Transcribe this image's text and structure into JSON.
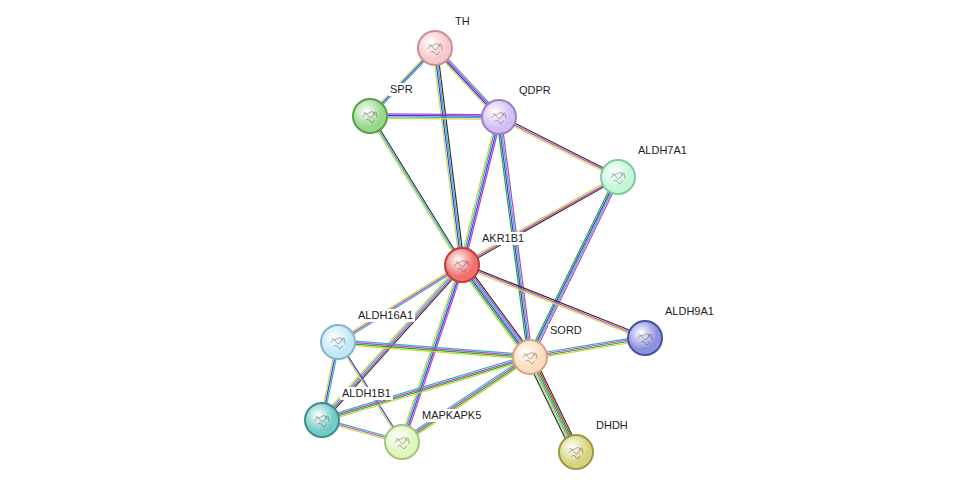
{
  "diagram": {
    "nodes": [
      {
        "text": [
          "TH"
        ]
      },
      {
        "text": [
          "SPR"
        ]
      },
      {
        "text": [
          "QDPR"
        ]
      },
      {
        "text": [
          "ALDH7A1"
        ]
      },
      {
        "text": [
          "AKR1B1"
        ]
      },
      {
        "text": [
          "ALDH16A1"
        ]
      },
      {
        "text": [
          "SORD"
        ]
      },
      {
        "text": [
          "ALDH9A1"
        ]
      },
      {
        "text": [
          "ALDH1B1"
        ]
      },
      {
        "text": [
          "MAPKAPK5"
        ]
      },
      {
        "text": [
          "DHDH"
        ]
      }
    ],
    "edges": [
      {
        "from": 0,
        "to": 1,
        "arrow": "none"
      },
      {
        "from": 0,
        "to": 2,
        "arrow": "none"
      },
      {
        "from": 0,
        "to": 4,
        "arrow": "none"
      },
      {
        "from": 1,
        "to": 2,
        "arrow": "none"
      },
      {
        "from": 1,
        "to": 4,
        "arrow": "none"
      },
      {
        "from": 2,
        "to": 4,
        "arrow": "none"
      },
      {
        "from": 2,
        "to": 3,
        "arrow": "none"
      },
      {
        "from": 2,
        "to": 6,
        "arrow": "none"
      },
      {
        "from": 3,
        "to": 4,
        "arrow": "none"
      },
      {
        "from": 3,
        "to": 6,
        "arrow": "none"
      },
      {
        "from": 4,
        "to": 7,
        "arrow": "none"
      },
      {
        "from": 4,
        "to": 6,
        "arrow": "none"
      },
      {
        "from": 4,
        "to": 5,
        "arrow": "none"
      },
      {
        "from": 4,
        "to": 8,
        "arrow": "none"
      },
      {
        "from": 4,
        "to": 9,
        "arrow": "none"
      },
      {
        "from": 5,
        "to": 6,
        "arrow": "none"
      },
      {
        "from": 5,
        "to": 8,
        "arrow": "none"
      },
      {
        "from": 5,
        "to": 9,
        "arrow": "none"
      },
      {
        "from": 8,
        "to": 6,
        "arrow": "none"
      },
      {
        "from": 8,
        "to": 9,
        "arrow": "none"
      },
      {
        "from": 9,
        "to": 6,
        "arrow": "none"
      },
      {
        "from": 6,
        "to": 7,
        "arrow": "none"
      },
      {
        "from": 6,
        "to": 10,
        "arrow": "none"
      }
    ]
  }
}
